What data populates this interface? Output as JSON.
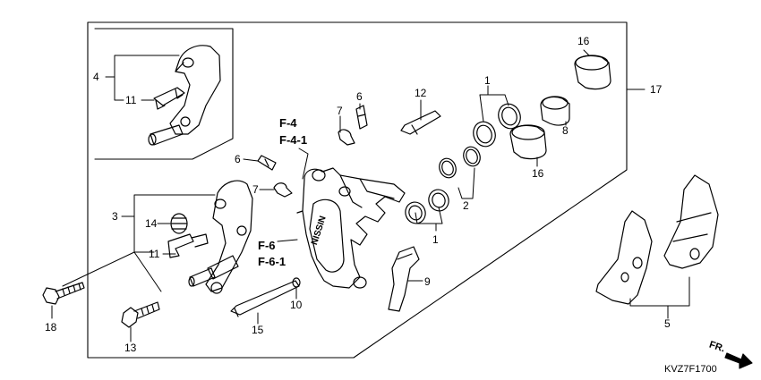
{
  "diagram": {
    "code": "KVZ7F1700",
    "direction_label": "FR.",
    "callouts": {
      "c1_top": "1",
      "c1_bottom": "1",
      "c2": "2",
      "c3": "3",
      "c4": "4",
      "c5": "5",
      "c6_top": "6",
      "c6_left": "6",
      "c7_top": "7",
      "c7_left": "7",
      "c8": "8",
      "c9": "9",
      "c10": "10",
      "c11_top": "11",
      "c11_bottom": "11",
      "c12": "12",
      "c13": "13",
      "c14": "14",
      "c15": "15",
      "c16_top": "16",
      "c16_bottom": "16",
      "c17": "17",
      "c18": "18"
    },
    "references": {
      "f4": "F-4",
      "f41": "F-4-1",
      "f6": "F-6",
      "f61": "F-6-1"
    },
    "caliper_text": "NISSIN"
  }
}
